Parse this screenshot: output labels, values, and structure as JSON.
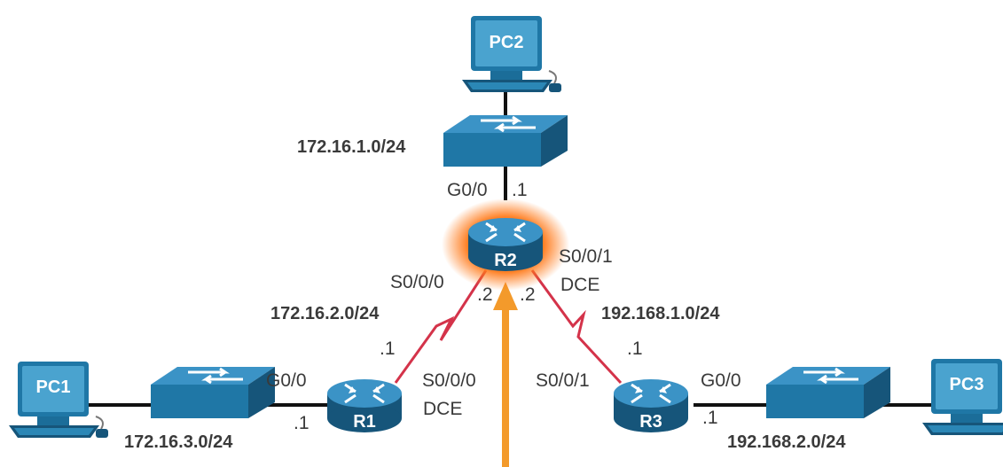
{
  "colors": {
    "device_blue": "#1f77a6",
    "device_dark": "#16557a",
    "serial_link": "#d4334a",
    "ethernet_link": "#111111",
    "highlight_arrow": "#f39a2b"
  },
  "devices": {
    "pc1": "PC1",
    "pc2": "PC2",
    "pc3": "PC3",
    "r1": "R1",
    "r2": "R2",
    "r3": "R3"
  },
  "networks": {
    "lan_r2": "172.16.1.0/24",
    "serial_r1_r2": "172.16.2.0/24",
    "serial_r2_r3": "192.168.1.0/24",
    "lan_r1": "172.16.3.0/24",
    "lan_r3": "192.168.2.0/24"
  },
  "interfaces": {
    "r2_g00": "G0/0",
    "r2_g00_host": ".1",
    "r2_s000": "S0/0/0",
    "r2_s000_host": ".2",
    "r2_s001": "S0/0/1",
    "r2_s001_dce": "DCE",
    "r2_s001_host": ".2",
    "r1_serial_host": ".1",
    "r1_g00": "G0/0",
    "r1_g00_host": ".1",
    "r1_s000": "S0/0/0",
    "r1_s000_dce": "DCE",
    "r3_serial_host": ".1",
    "r3_s001": "S0/0/1",
    "r3_g00": "G0/0",
    "r3_g00_host": ".1"
  }
}
